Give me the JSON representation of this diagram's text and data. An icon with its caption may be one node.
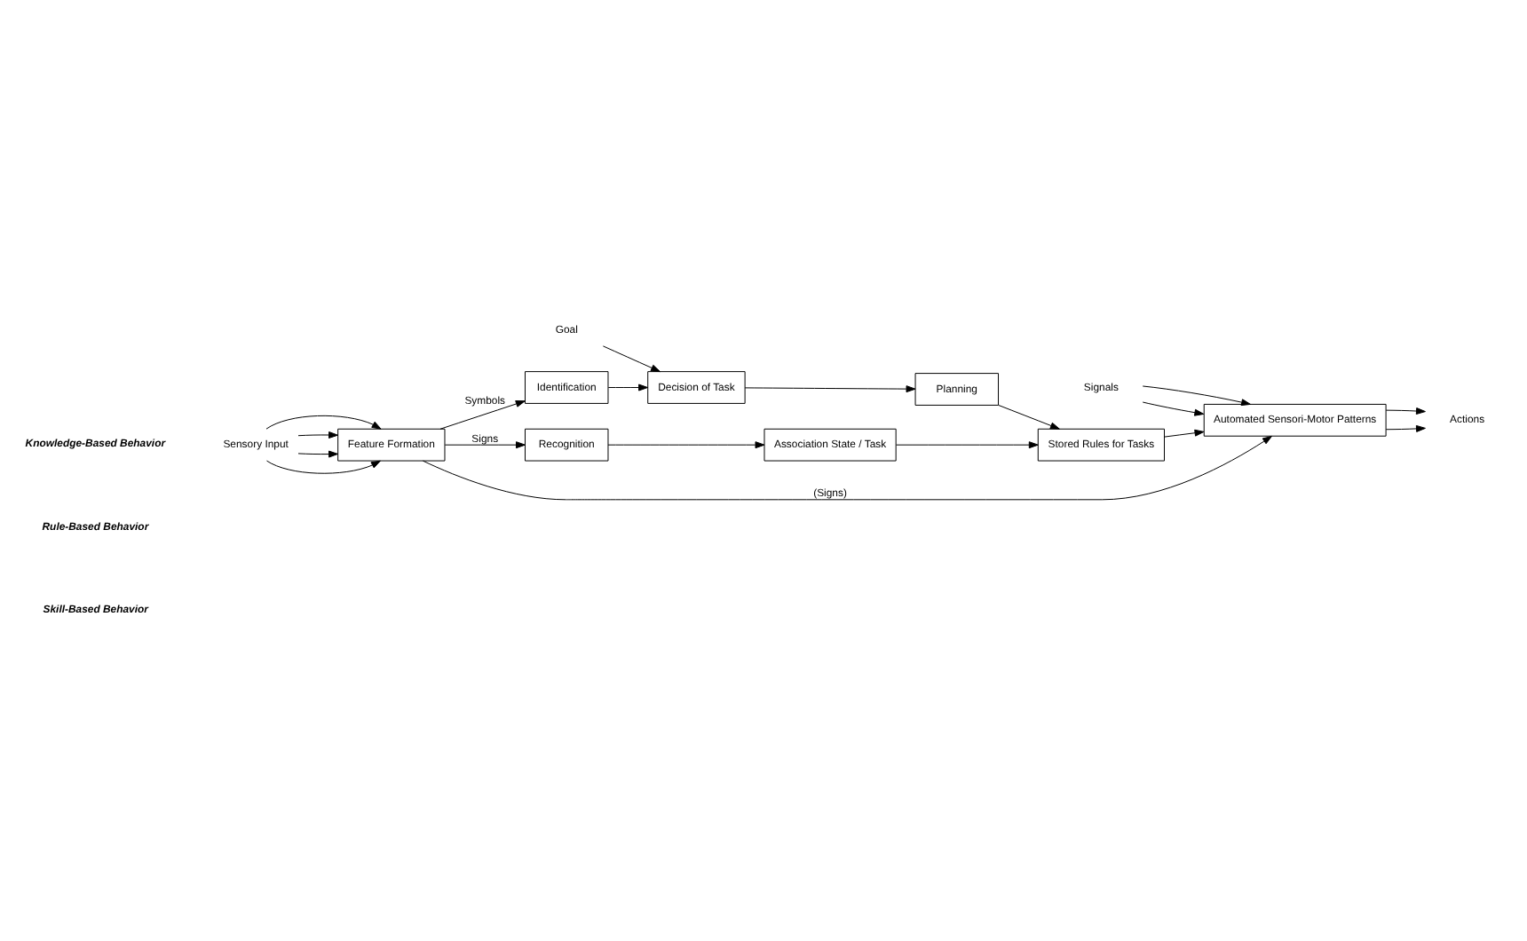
{
  "diagram": {
    "nodes": [
      {
        "text": [
          "Feature Formation"
        ]
      },
      {
        "text": [
          "Identification"
        ]
      },
      {
        "text": [
          "Decision of Task"
        ]
      },
      {
        "text": [
          "Planning"
        ]
      },
      {
        "text": [
          "Recognition"
        ]
      },
      {
        "text": [
          "Association State / Task"
        ]
      },
      {
        "text": [
          "Stored Rules for Tasks"
        ]
      },
      {
        "text": [
          "Automated Sensori-Motor Patterns"
        ]
      },
      {
        "text": [
          "Goal"
        ]
      },
      {
        "text": [
          "Sensory Input"
        ]
      },
      {
        "text": [
          "Signals"
        ]
      },
      {
        "text": [
          "Actions"
        ]
      }
    ],
    "edges": [
      {
        "from": 0,
        "to": 1,
        "arrow": "to",
        "label": "Symbols"
      },
      {
        "from": 1,
        "to": 2,
        "arrow": "to"
      },
      {
        "from": 2,
        "to": 3,
        "arrow": "to"
      },
      {
        "from": 3,
        "to": 6,
        "arrow": "to"
      },
      {
        "from": 0,
        "to": 4,
        "arrow": "to",
        "label": "Signs"
      },
      {
        "from": 4,
        "to": 5,
        "arrow": "to"
      },
      {
        "from": 5,
        "to": 6,
        "arrow": "to"
      },
      {
        "from": 6,
        "to": 7,
        "arrow": "to"
      },
      {
        "from": 0,
        "to": 7,
        "arrow": "to",
        "label": "(Signs)"
      },
      {
        "from": 8,
        "to": 2,
        "arrow": "to"
      },
      {
        "from": 9,
        "to": 0,
        "arrow": "to"
      },
      {
        "from": 9,
        "to": 0,
        "arrow": "to"
      },
      {
        "from": 9,
        "to": 0,
        "arrow": "to"
      },
      {
        "from": 9,
        "to": 0,
        "arrow": "to"
      },
      {
        "from": 10,
        "to": 7,
        "arrow": "to"
      },
      {
        "from": 10,
        "to": 7,
        "arrow": "to"
      },
      {
        "from": 7,
        "to": 11,
        "arrow": "to"
      },
      {
        "from": 7,
        "to": 11,
        "arrow": "to"
      }
    ],
    "labels": [
      "Knowledge-Based Behavior",
      "Rule-Based Behavior",
      "Skill-Based Behavior"
    ]
  }
}
